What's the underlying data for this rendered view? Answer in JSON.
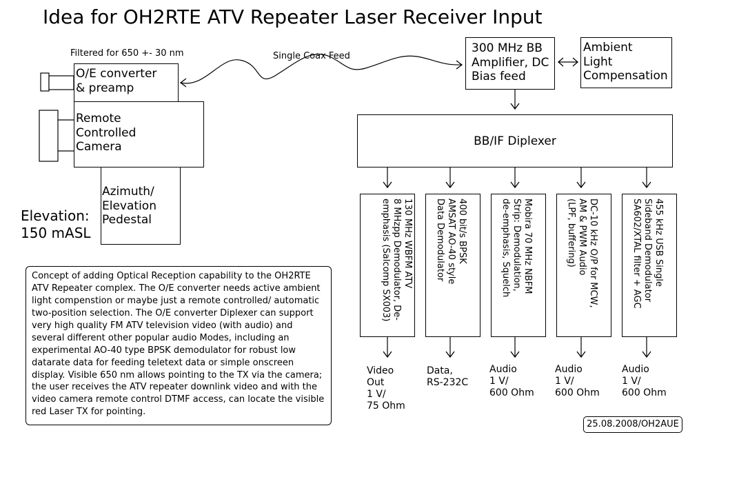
{
  "title": "Idea for OH2RTE ATV Repeater Laser Receiver Input",
  "filter_note": "Filtered for 650 +- 30 nm",
  "coax_label": "Single Coax Feed",
  "left_blocks": {
    "oe_converter": "O/E converter\n& preamp",
    "camera": "Remote\nControlled\nCamera",
    "pedestal": "Azimuth/\nElevation\nPedestal"
  },
  "elevation": "Elevation:\n150 mASL",
  "amplifier": "300 MHz BB\nAmplifier, DC\nBias feed",
  "ambient": "Ambient\nLight\nCompensation",
  "diplexer": "BB/IF Diplexer",
  "demodulators": [
    {
      "label": "130 MHz WBFM ATV\n8 MHzpp Demodulator, De-\nemphasis (Salcomp SX003)",
      "output": "Video\nOut\n1 V/\n75 Ohm"
    },
    {
      "label": "400 bit/s BPSK\nAMSAT AO-40 style\nData Demodulator",
      "output": "Data,\nRS-232C"
    },
    {
      "label": "Mobira 70 MHz NBFM\nStrip: Demodulation,\nde-emphasis, Squelch",
      "output": "Audio\n1 V/\n600 Ohm"
    },
    {
      "label": "DC-10 kHz O/P for MCW,\nAM & PWM Audio\n(LPF, buffering)",
      "output": "Audio\n1 V/\n600 Ohm"
    },
    {
      "label": "455 kHz USB Single\nSideband Demodulator\nSA602/XTAL filter + AGC",
      "output": "Audio\n1 V/\n600 Ohm"
    }
  ],
  "description": "Concept of adding Optical Reception capability to the OH2RTE ATV Repeater complex. The O/E converter needs active ambient light compenstion or maybe just a remote controlled/ automatic two-position selection. The O/E converter Diplexer can support very high quality FM ATV television video (with audio) and several different other popular audio Modes, including an experimental AO-40 type BPSK demodulator for robust low datarate data for feeding teletext data or simple onscreen display. Visible 650 nm allows pointing to the TX via the camera; the user receives the ATV repeater downlink video and with the video camera remote control DTMF access, can locate the visible red Laser TX for pointing.",
  "stamp": "25.08.2008/OH2AUE"
}
